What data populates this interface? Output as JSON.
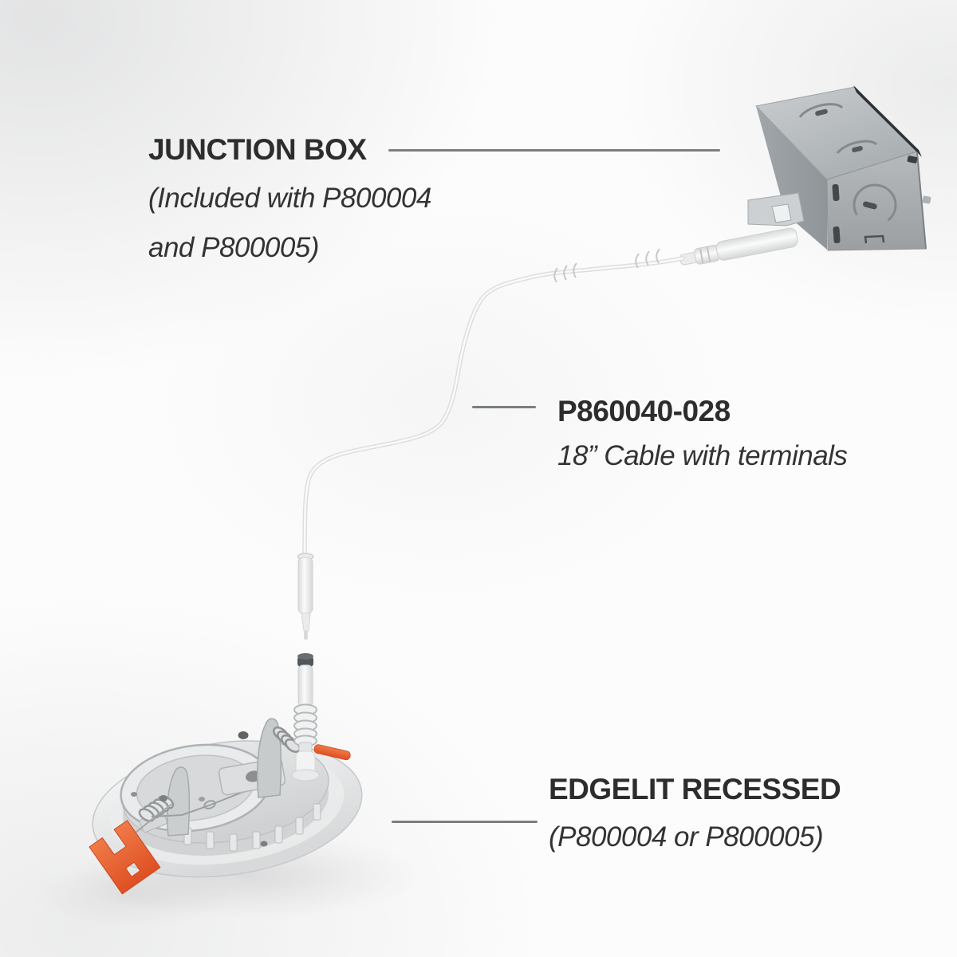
{
  "page": {
    "type": "installation-diagram",
    "background": "#fcfcfc"
  },
  "labels": {
    "junction_box": {
      "title": "JUNCTION BOX",
      "subtitle_line1": "(Included with P800004",
      "subtitle_line2": "and P800005)"
    },
    "cable": {
      "title": "P860040-028",
      "subtitle": "18” Cable with terminals"
    },
    "fixture": {
      "title": "EDGELIT RECESSED",
      "subtitle": "(P800004 or P800005)"
    }
  },
  "illustration": {
    "junction_box_part": "junction-box",
    "cable_part": "cable-with-terminals",
    "fixture_part": "edgelit-recessed-downlight"
  },
  "colors": {
    "text": "#2d2d2d",
    "leader_line": "#7b7e80",
    "accent_orange": "#e65c2f",
    "metal_gray": "#b4b8ba",
    "fixture_gray": "#e2e4e5",
    "cable_white": "#f5f5f5"
  }
}
